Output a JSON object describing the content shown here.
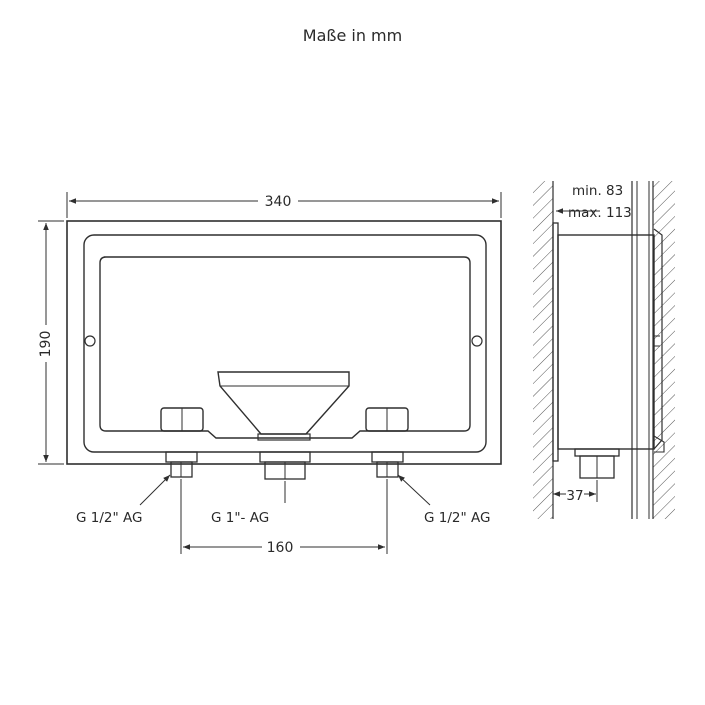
{
  "title": "Maße in mm",
  "front": {
    "width": "340",
    "height": "190",
    "spacing": "160",
    "left_connection": "G 1/2\" AG",
    "center_connection": "G 1\"- AG",
    "right_connection": "G 1/2\" AG"
  },
  "side": {
    "depth_min": "min. 83",
    "depth_max": "max. 113",
    "offset": "37"
  },
  "colors": {
    "line": "#2f2f2f",
    "text": "#2a2a2a",
    "background": "#ffffff"
  }
}
